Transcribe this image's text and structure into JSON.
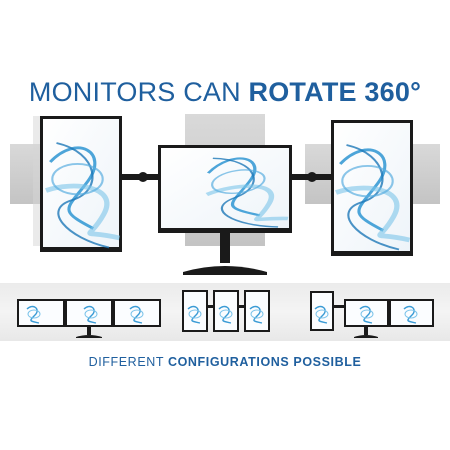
{
  "headline": {
    "light": "MONITORS CAN ",
    "bold": "ROTATE 360°"
  },
  "subline": {
    "light": "DIFFERENT ",
    "bold": "CONFIGURATIONS POSSIBLE"
  },
  "colors": {
    "text_blue": "#1f5f9e",
    "screen_swirl": "#3a9bd5",
    "frame": "#1a1a1a",
    "ghost": "#cfcfcf",
    "band": "#eeeeee"
  },
  "configurations": [
    "three-landscape",
    "three-portrait",
    "portrait-plus-two-landscape"
  ]
}
